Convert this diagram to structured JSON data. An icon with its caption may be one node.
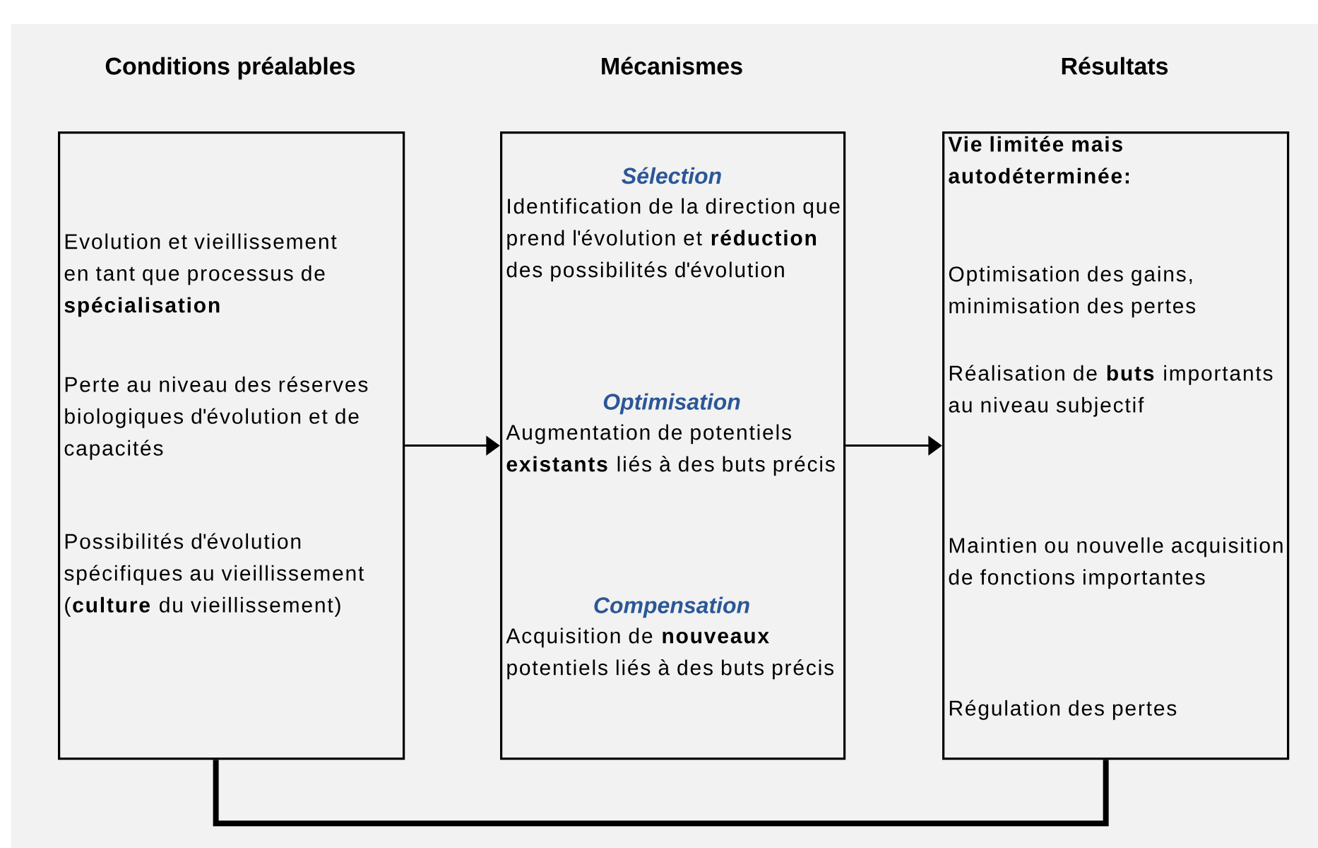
{
  "diagram": {
    "nodes": [
      {
        "text": [
          "Conditions préalables",
          "Evolution et vieillissement en tant que processus de **spécialisation**",
          "Perte au niveau des réserves biologiques d'évolution et de capacités",
          "Possibilités d'évolution spécifiques au vieillissement (**culture** du vieillissement)"
        ]
      },
      {
        "text": [
          "Mécanismes",
          "Sélection",
          "Identification de la direction que prend l'évolution et **réduction** des possibilités d'évolution",
          "Optimisation",
          "Augmentation de potentiels **existants** liés à des buts précis",
          "Compensation",
          "Acquisition de **nouveaux** potentiels liés à des buts précis"
        ]
      },
      {
        "text": [
          "Résultats",
          "Vie limitée mais autodéterminée:",
          "Optimisation des gains, minimisation des pertes",
          "Réalisation de **buts** importants au niveau subjectif",
          "Maintien ou nouvelle acquisition de fonctions importantes",
          "Régulation des pertes"
        ]
      }
    ],
    "edges": [
      {
        "from": 0,
        "to": 1,
        "arrow": "to"
      },
      {
        "from": 1,
        "to": 2,
        "arrow": "to"
      },
      {
        "from": 0,
        "to": 2,
        "arrow": "none",
        "style": "thick"
      }
    ]
  }
}
